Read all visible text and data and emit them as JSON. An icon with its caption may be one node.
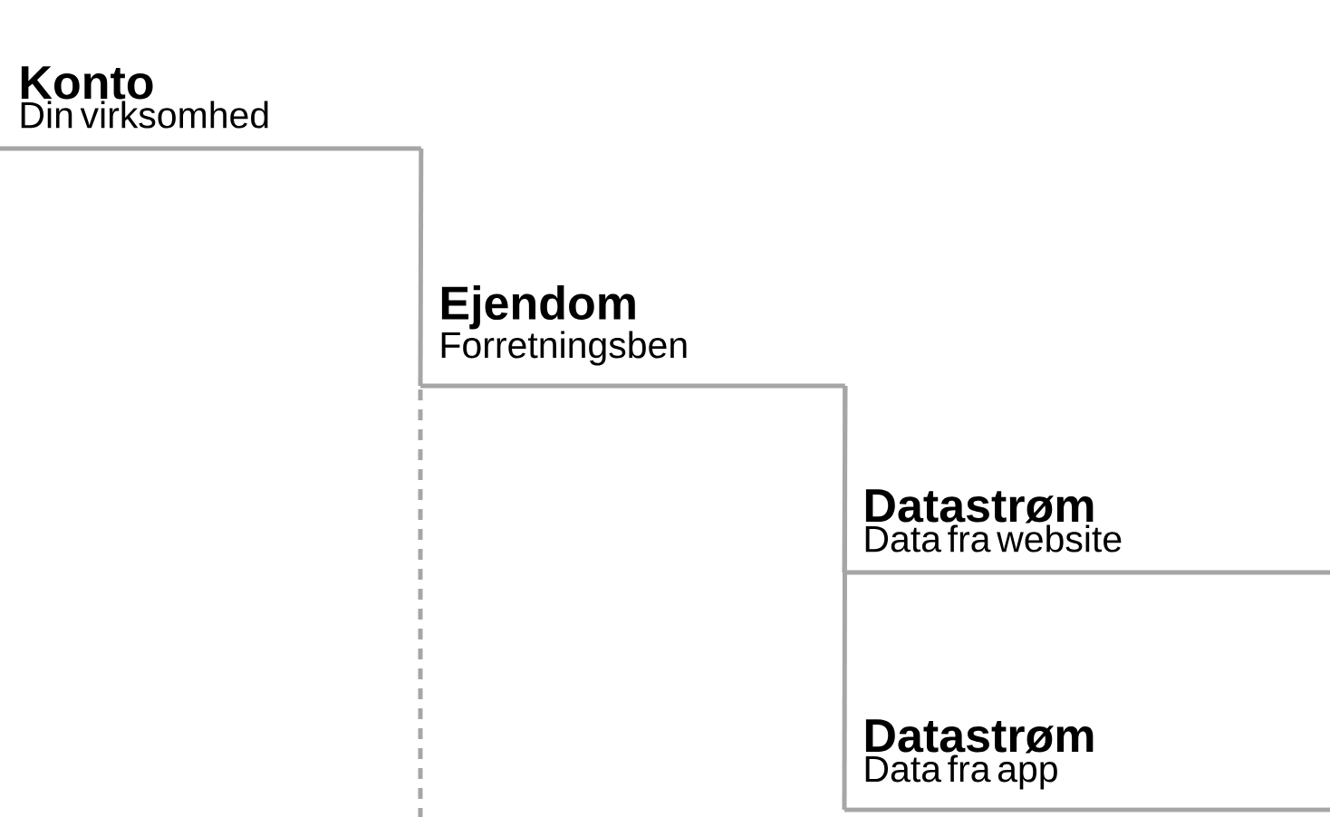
{
  "diagram": {
    "nodes": [
      {
        "text": [
          "Konto",
          "Din virksomhed"
        ]
      },
      {
        "text": [
          "Ejendom",
          "Forretningsben"
        ]
      },
      {
        "text": [
          "Datastrøm",
          "Data fra website"
        ]
      },
      {
        "text": [
          "Datastrøm",
          "Data fra app"
        ]
      }
    ],
    "edges": [
      {
        "from": 0,
        "to": 1,
        "arrow": "none"
      },
      {
        "from": 1,
        "to": 2,
        "arrow": "none"
      },
      {
        "from": 1,
        "to": 3,
        "arrow": "none"
      }
    ]
  }
}
